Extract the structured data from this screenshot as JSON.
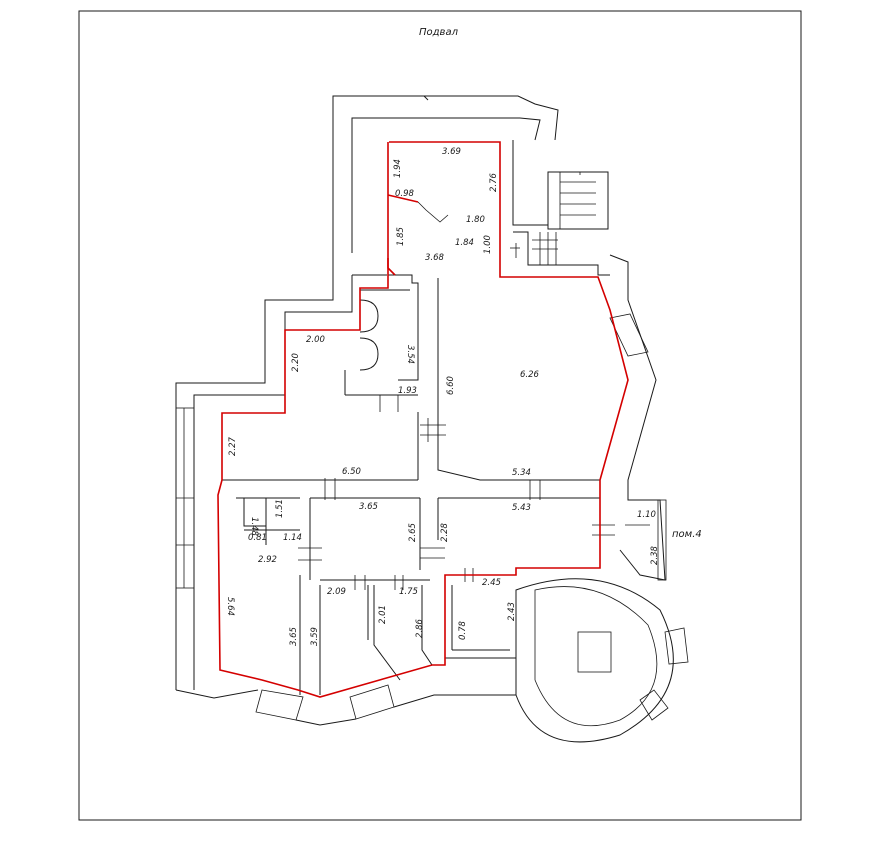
{
  "title": "Подвал",
  "room_label": "пом.4",
  "dimensions": {
    "d369": "3.69",
    "d194": "1.94",
    "d276": "2.76",
    "d098": "0.98",
    "d180": "1.80",
    "d185": "1.85",
    "d184": "1.84",
    "d100": "1.00",
    "d368": "3.68",
    "d200": "2.00",
    "d220": "2.20",
    "d354": "3.54",
    "d193": "1.93",
    "d660": "6.60",
    "d626": "6.26",
    "d227": "2.27",
    "d650": "6.50",
    "d534": "5.34",
    "d543": "5.43",
    "d228": "2.28",
    "d365a": "3.65",
    "d148": "1.48",
    "d151": "1.51",
    "d081": "0.81",
    "d114": "1.14",
    "d292": "2.92",
    "d265": "2.65",
    "d564": "5.64",
    "d365b": "3.65",
    "d359": "3.59",
    "d209": "2.09",
    "d201": "2.01",
    "d175": "1.75",
    "d286": "2.86",
    "d245": "2.45",
    "d243": "2.43",
    "d078": "0.78",
    "d110": "1.10",
    "d238": "2.38"
  },
  "colors": {
    "outline": "#1a1a1a",
    "highlight": "#d40000"
  }
}
